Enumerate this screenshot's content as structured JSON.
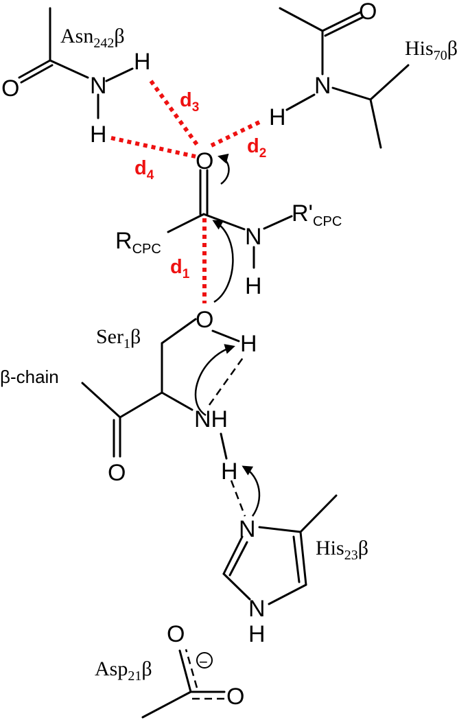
{
  "residues": {
    "asn": {
      "name": "Asn",
      "sub": "242",
      "suffix": "β"
    },
    "his70": {
      "name": "His",
      "sub": "70",
      "suffix": "β"
    },
    "ser": {
      "name": "Ser",
      "sub": "1",
      "suffix": "β"
    },
    "his23": {
      "name": "His",
      "sub": "23",
      "suffix": "β"
    },
    "asp": {
      "name": "Asp",
      "sub": "21",
      "suffix": "β"
    }
  },
  "substrate": {
    "r": "R",
    "r_sub": "CPC",
    "r_prime": "R'",
    "r_prime_sub": "CPC"
  },
  "chain_label": "β-chain",
  "distances": {
    "d1": {
      "letter": "d",
      "sub": "1"
    },
    "d2": {
      "letter": "d",
      "sub": "2"
    },
    "d3": {
      "letter": "d",
      "sub": "3"
    },
    "d4": {
      "letter": "d",
      "sub": "4"
    }
  },
  "atoms": {
    "O": "O",
    "H": "H",
    "N": "N",
    "NH": "NH",
    "minus": "−"
  },
  "colors": {
    "hbond": "#ee1111",
    "bond": "#000000"
  }
}
